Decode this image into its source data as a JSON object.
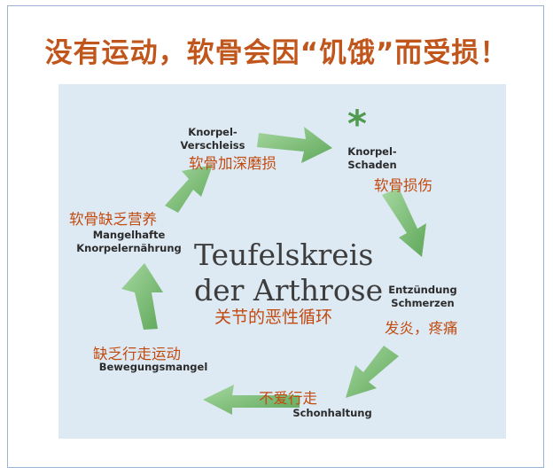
{
  "headline": "没有运动，软骨会因“饥饿”而受损！",
  "center": {
    "line1": "Teufelskreis",
    "line2": "der Arthrose",
    "zh": "关节的恶性循环"
  },
  "nodes": {
    "wear": {
      "de1": "Knorpel-",
      "de2": "Verschleiss",
      "zh": "软骨加深磨损"
    },
    "damage": {
      "de1": "Knorpel-",
      "de2": "Schaden",
      "zh": "软骨损伤"
    },
    "inflammation": {
      "de1": "Entzündung",
      "de2": "Schmerzen",
      "zh": "发炎，疼痛"
    },
    "protect": {
      "de1": "Schonhaltung",
      "zh": "不爱行走"
    },
    "lack_movement": {
      "de1": "Bewegungsmangel",
      "zh": "缺乏行走运动"
    },
    "nutrition": {
      "de1": "Mangelhafte",
      "de2": "Knorpelernährung",
      "zh": "软骨缺乏营养"
    }
  },
  "colors": {
    "arrow": "#7fbf78",
    "headline": "#c0561c",
    "panel": "#dde9f3"
  },
  "icons": {
    "star": "*"
  }
}
